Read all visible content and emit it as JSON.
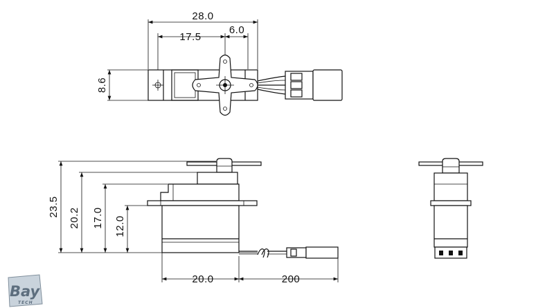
{
  "top_view": {
    "dims": {
      "overall_width": "28.0",
      "mount_spacing": "17.5",
      "shaft_offset": "6.0",
      "height": "8.6"
    }
  },
  "side_view": {
    "dims": {
      "total_height": "23.5",
      "height_to_top": "20.2",
      "height_to_mount": "17.0",
      "body_height": "12.0",
      "body_width": "20.0",
      "cable_length": "200"
    }
  },
  "logo": {
    "brand": "Bay",
    "sub": "TECH"
  }
}
